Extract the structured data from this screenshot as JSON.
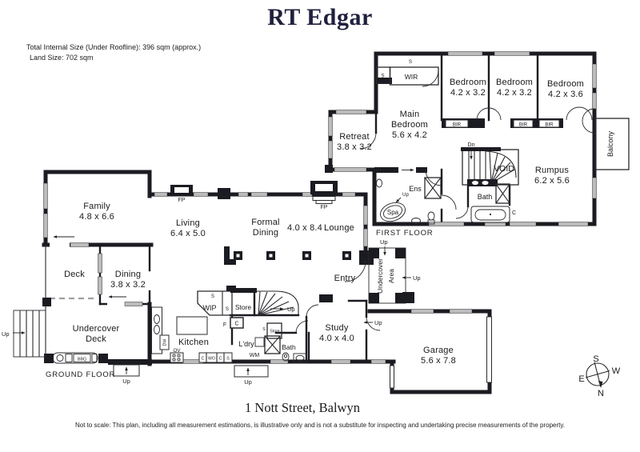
{
  "brand": "RT Edgar",
  "size_info": {
    "line1": "Total Internal Size (Under Roofline): 396 sqm (approx.)",
    "line2": "Land Size: 702 sqm"
  },
  "address": "1 Nott Street, Balwyn",
  "disclaimer": "Not to scale: This plan, including all measurement estimations, is illustrative only and is not a substitute for inspecting and undertaking precise measurements of the property.",
  "colors": {
    "wall": "#1b1b22",
    "brand_navy": "#20203e",
    "window_gray": "#bcbcbc"
  },
  "first_floor": {
    "label": "FIRST FLOOR",
    "main_bedroom": {
      "line1": "Main",
      "line2": "Bedroom",
      "dims": "5.6 x 4.2"
    },
    "bedroom1": {
      "name": "Bedroom",
      "dims": "4.2 x 3.2"
    },
    "bedroom2": {
      "name": "Bedroom",
      "dims": "4.2 x 3.2"
    },
    "bedroom3": {
      "name": "Bedroom",
      "dims": "4.2 x 3.6"
    },
    "retreat": {
      "name": "Retreat",
      "dims": "3.8 x 3.2"
    },
    "rumpus": {
      "name": "Rumpus",
      "dims": "6.2 x 5.6"
    },
    "wir": "WIR",
    "ens": "Ens",
    "spa": "Spa",
    "bath": "Bath",
    "void": "VOID",
    "balcony": "Balcony",
    "bir": "BIR",
    "s": "S",
    "c": "C",
    "dn": "Dn",
    "up": "Up"
  },
  "ground_floor": {
    "label": "GROUND FLOOR",
    "family": {
      "name": "Family",
      "dims": "4.8 x 6.6"
    },
    "living": {
      "name": "Living",
      "dims": "6.4 x 5.0"
    },
    "formal_dining": {
      "line1": "Formal",
      "line2": "Dining"
    },
    "dining_lounge_dims": "4.0 x 8.4",
    "lounge": "Lounge",
    "dining": {
      "name": "Dining",
      "dims": "3.8 x 3.2"
    },
    "deck": "Deck",
    "undercover_deck": {
      "line1": "Undercover",
      "line2": "Deck"
    },
    "undercover_area": {
      "line1": "Undercover",
      "line2": "Area"
    },
    "kitchen": "Kitchen",
    "study": {
      "name": "Study",
      "dims": "4.0 x 4.0"
    },
    "entry": "Entry",
    "garage": {
      "name": "Garage",
      "dims": "5.6 x 7.8"
    },
    "ldry": "L'dry",
    "bath": "Bath",
    "wip": "WIP",
    "store": "Store",
    "store_small": "Store",
    "fp": "FP",
    "bbq": "BBQ",
    "dw": "DW",
    "ov": "OV",
    "wm": "WM",
    "f": "F",
    "c": "C",
    "wo": "WO",
    "s": "S",
    "up": "Up"
  },
  "compass": {
    "n": "N",
    "s": "S",
    "e": "E",
    "w": "W"
  }
}
